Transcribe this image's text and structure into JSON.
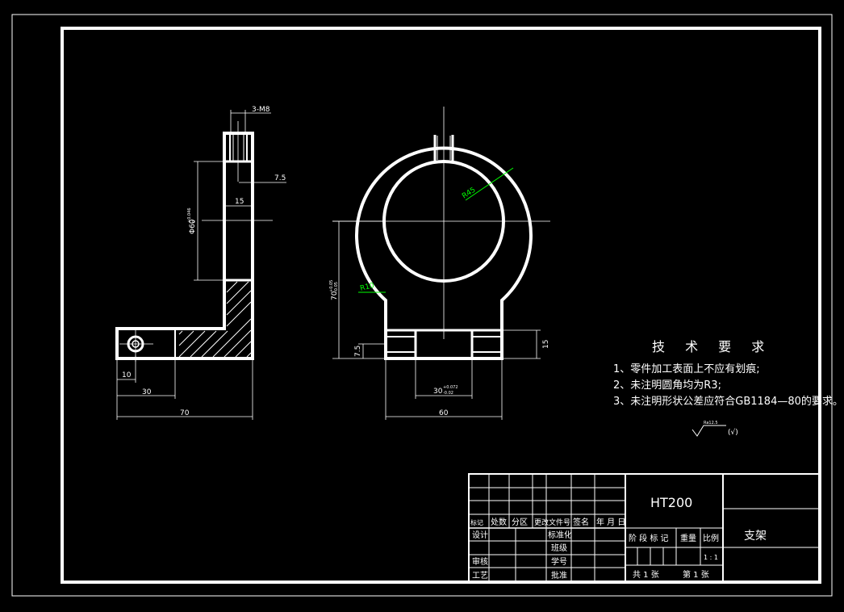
{
  "dimensions": {
    "thread_callout": "3-M8",
    "dim_7_5": "7.5",
    "dim_15": "15",
    "dim_diameter_60": "Φ60",
    "dim_diameter_60_tol_upper": "+0.046",
    "dim_diameter_60_tol_lower": "0",
    "dim_10": "10",
    "dim_30": "30",
    "dim_70": "70",
    "radius_45": "R45",
    "radius_10": "R10",
    "dim_70_height": "70",
    "dim_70_height_tol_upper": "+0.05",
    "dim_70_height_tol_lower": "-0.05",
    "dim_7_5_right": "7.5",
    "dim_15_right": "15",
    "dim_30_slot": "30",
    "dim_30_slot_tol_upper": "+0.072",
    "dim_30_slot_tol_lower": "-0.02",
    "dim_60": "60"
  },
  "tech_requirements": {
    "title": "技 术 要 求",
    "items": [
      "1、零件加工表面上不应有划痕;",
      "2、未注明圆角均为R3;",
      "3、未注明形状公差应符合GB1184—80的要求。"
    ],
    "roughness_value": "Ra12.5",
    "roughness_note": "(√)"
  },
  "title_block": {
    "material": "HT200",
    "part_name": "支架",
    "row_headers": [
      "标记",
      "处数",
      "分区",
      "更改文件号",
      "签名",
      "年 月 日"
    ],
    "design": "设计",
    "standardization": "标准化",
    "class": "班级",
    "review": "审核",
    "student_id": "学号",
    "process": "工艺",
    "approve": "批准",
    "stage_mark": "阶 段 标 记",
    "weight": "重量",
    "scale_label": "比例",
    "scale_value": "1 : 1",
    "sheets_total": "共 1 张",
    "sheet_number": "第 1 张"
  },
  "colors": {
    "background": "#000000",
    "lines": "#ffffff",
    "annotation_green": "#00ff00"
  }
}
